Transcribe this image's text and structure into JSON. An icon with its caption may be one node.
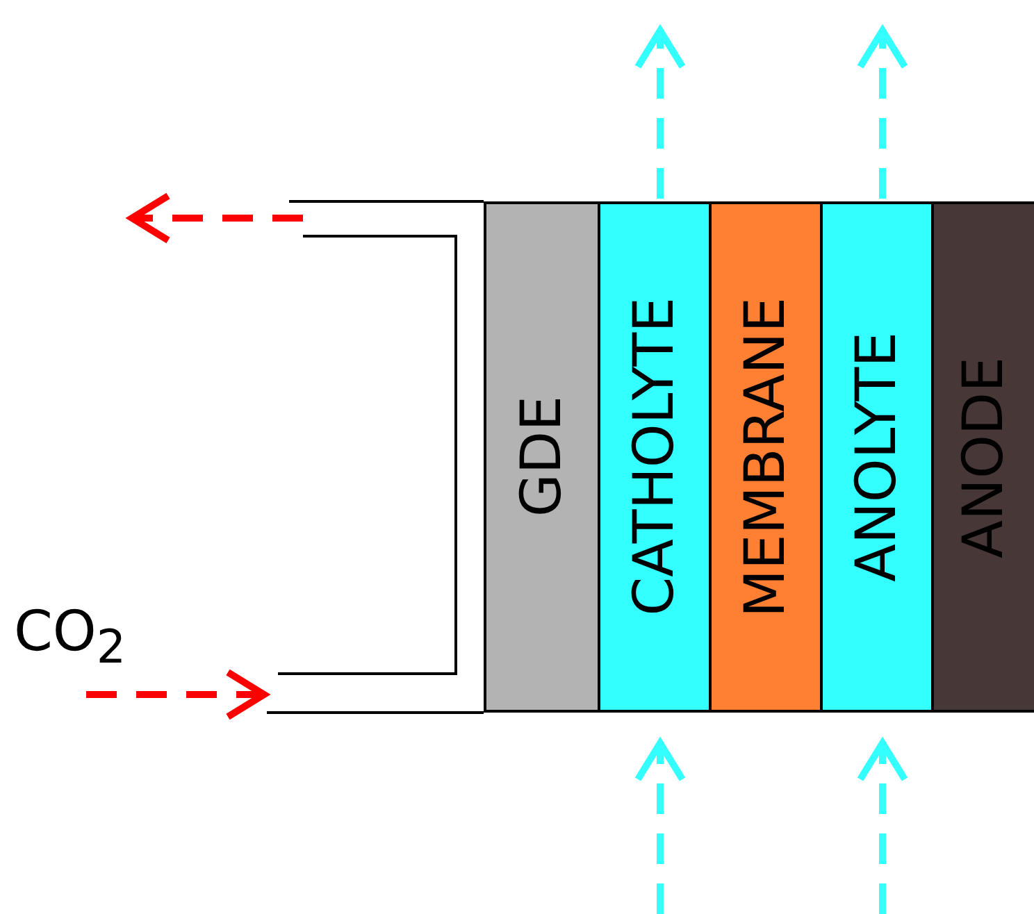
{
  "diagram": {
    "nodes": [
      {
        "text": [
          "GDE"
        ]
      },
      {
        "text": [
          "CATHOLYTE"
        ]
      },
      {
        "text": [
          "MEMBRANE"
        ]
      },
      {
        "text": [
          "ANOLYTE"
        ]
      },
      {
        "text": [
          "ANODE"
        ]
      },
      {
        "text": [],
        "shape": "channel"
      }
    ],
    "edges": [
      {
        "from": 5,
        "to": null,
        "arrow": "to",
        "style": "dashed",
        "color": "#ff0000"
      },
      {
        "from": null,
        "to": 5,
        "arrow": "to",
        "style": "dashed",
        "color": "#ff0000",
        "label": "CO$_{2}$"
      },
      {
        "from": null,
        "to": 1,
        "arrow": "to",
        "style": "dashed"
      },
      {
        "from": 1,
        "to": null,
        "arrow": "to",
        "style": "dashed"
      },
      {
        "from": null,
        "to": 3,
        "arrow": "to",
        "style": "dashed"
      },
      {
        "from": 3,
        "to": null,
        "arrow": "to",
        "style": "dashed"
      }
    ]
  }
}
